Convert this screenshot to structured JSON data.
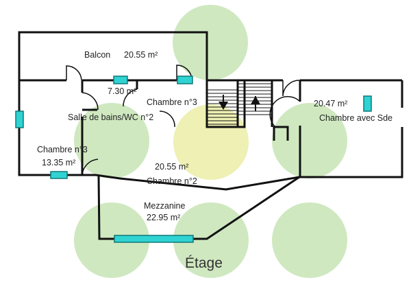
{
  "plan": {
    "title": "Étage",
    "colors": {
      "wall": "#111111",
      "window_fill": "#2fd3d3",
      "window_stroke": "#117777",
      "tree_green": "#cfe8c0",
      "tree_yellow": "#eef0b4"
    },
    "rooms": [
      {
        "key": "balcon",
        "label": "Balcon",
        "area": "20.55 m²"
      },
      {
        "key": "salle_de_bains",
        "label": "Salle de bains/WC n°2",
        "area": "7.30 m²"
      },
      {
        "key": "chambre_3_top",
        "label": "Chambre n°3"
      },
      {
        "key": "chambre_sde",
        "label": "Chambre avec Sde",
        "area": "20.47 m²"
      },
      {
        "key": "chambre_3_left",
        "label": "Chambre n°3",
        "area": "13.35 m²"
      },
      {
        "key": "chambre_2",
        "label": "Chambre n°2",
        "area": "20.55 m²"
      },
      {
        "key": "mezzanine",
        "label": "Mezzanine",
        "area": "22.95 m²"
      }
    ],
    "icons": [
      "stairs-down-arrow-icon",
      "stairs-up-arrow-icon"
    ]
  }
}
